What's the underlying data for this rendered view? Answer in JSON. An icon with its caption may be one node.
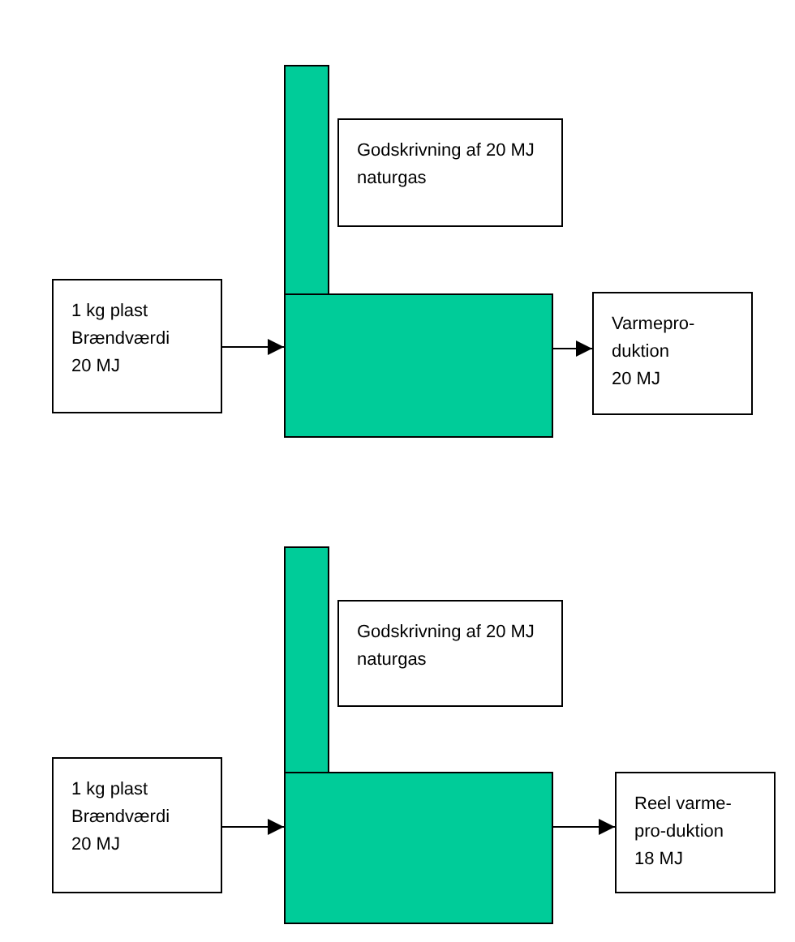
{
  "diagram": {
    "nodes": [
      {
        "text": [],
        "shape": "box"
      },
      {
        "text": [
          "Godskrivning af 20 MJ",
          "naturgas"
        ]
      },
      {
        "text": [
          "1 kg plast",
          "Brændværdi",
          "20 MJ"
        ]
      },
      {
        "text": [],
        "shape": "box"
      },
      {
        "text": [
          "Varmepro-",
          "duktion",
          "20 MJ"
        ]
      },
      {
        "text": [],
        "shape": "box"
      },
      {
        "text": [
          "Godskrivning af 20 MJ",
          "naturgas"
        ]
      },
      {
        "text": [
          "1 kg plast",
          "Brændværdi",
          "20 MJ"
        ]
      },
      {
        "text": [],
        "shape": "box"
      },
      {
        "text": [
          "Reel varme-",
          "pro-duktion",
          "18 MJ"
        ]
      }
    ],
    "edges": [
      {
        "from": 2,
        "to": 3,
        "arrow": "to"
      },
      {
        "from": 3,
        "to": 4,
        "arrow": "to"
      },
      {
        "from": 7,
        "to": 8,
        "arrow": "to"
      },
      {
        "from": 8,
        "to": 9,
        "arrow": "to"
      }
    ]
  }
}
